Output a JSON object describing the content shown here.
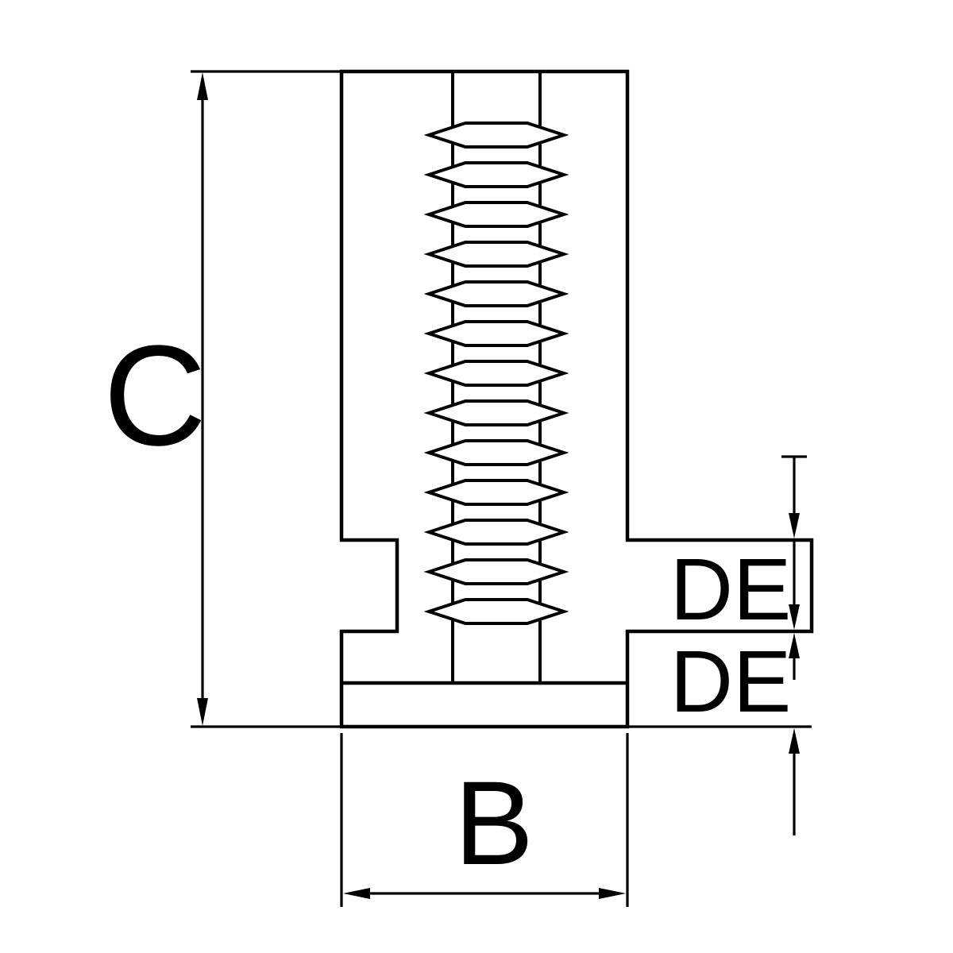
{
  "drawing": {
    "type": "technical-dimension-drawing",
    "labels": {
      "c": "C",
      "b": "B",
      "de_upper": "DE",
      "de_lower": "DE"
    },
    "thread": {
      "visible_teeth": 13
    },
    "colors": {
      "line": "#000000",
      "background": "#ffffff"
    }
  }
}
